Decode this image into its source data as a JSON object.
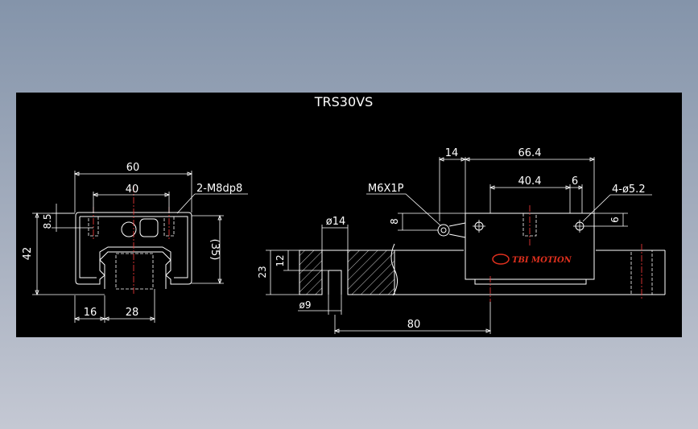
{
  "drawing": {
    "title": "TRS30VS",
    "brand_logo_text": "TBI MOTION",
    "colors": {
      "background": "#000000",
      "line": "#ffffff",
      "brand": "#e0301e",
      "centerline": "#ff3b3b"
    }
  },
  "front_view": {
    "dim_width": "60",
    "dim_hole_spacing": "40",
    "dim_tapped_holes": "2-M8dp8",
    "dim_total_height": "42",
    "dim_top_offset": "8.5",
    "dim_block_height": "(35)",
    "dim_rail_offset": "16",
    "dim_rail_width": "28"
  },
  "side_view": {
    "dim_block_length": "66.4",
    "dim_grease_offset": "14",
    "dim_hole_pitch": "40.4",
    "dim_hole_offset": "6",
    "dim_grease_hole": "4-ø5.2",
    "dim_grease_nipple": "M6X1P",
    "dim_nipple_height": "8",
    "dim_side_6": "6",
    "dim_counterbore": "ø14",
    "dim_rail_height_23": "23",
    "dim_counterbore_depth": "12",
    "dim_bolt_hole": "ø9",
    "dim_rail_pitch": "80"
  }
}
